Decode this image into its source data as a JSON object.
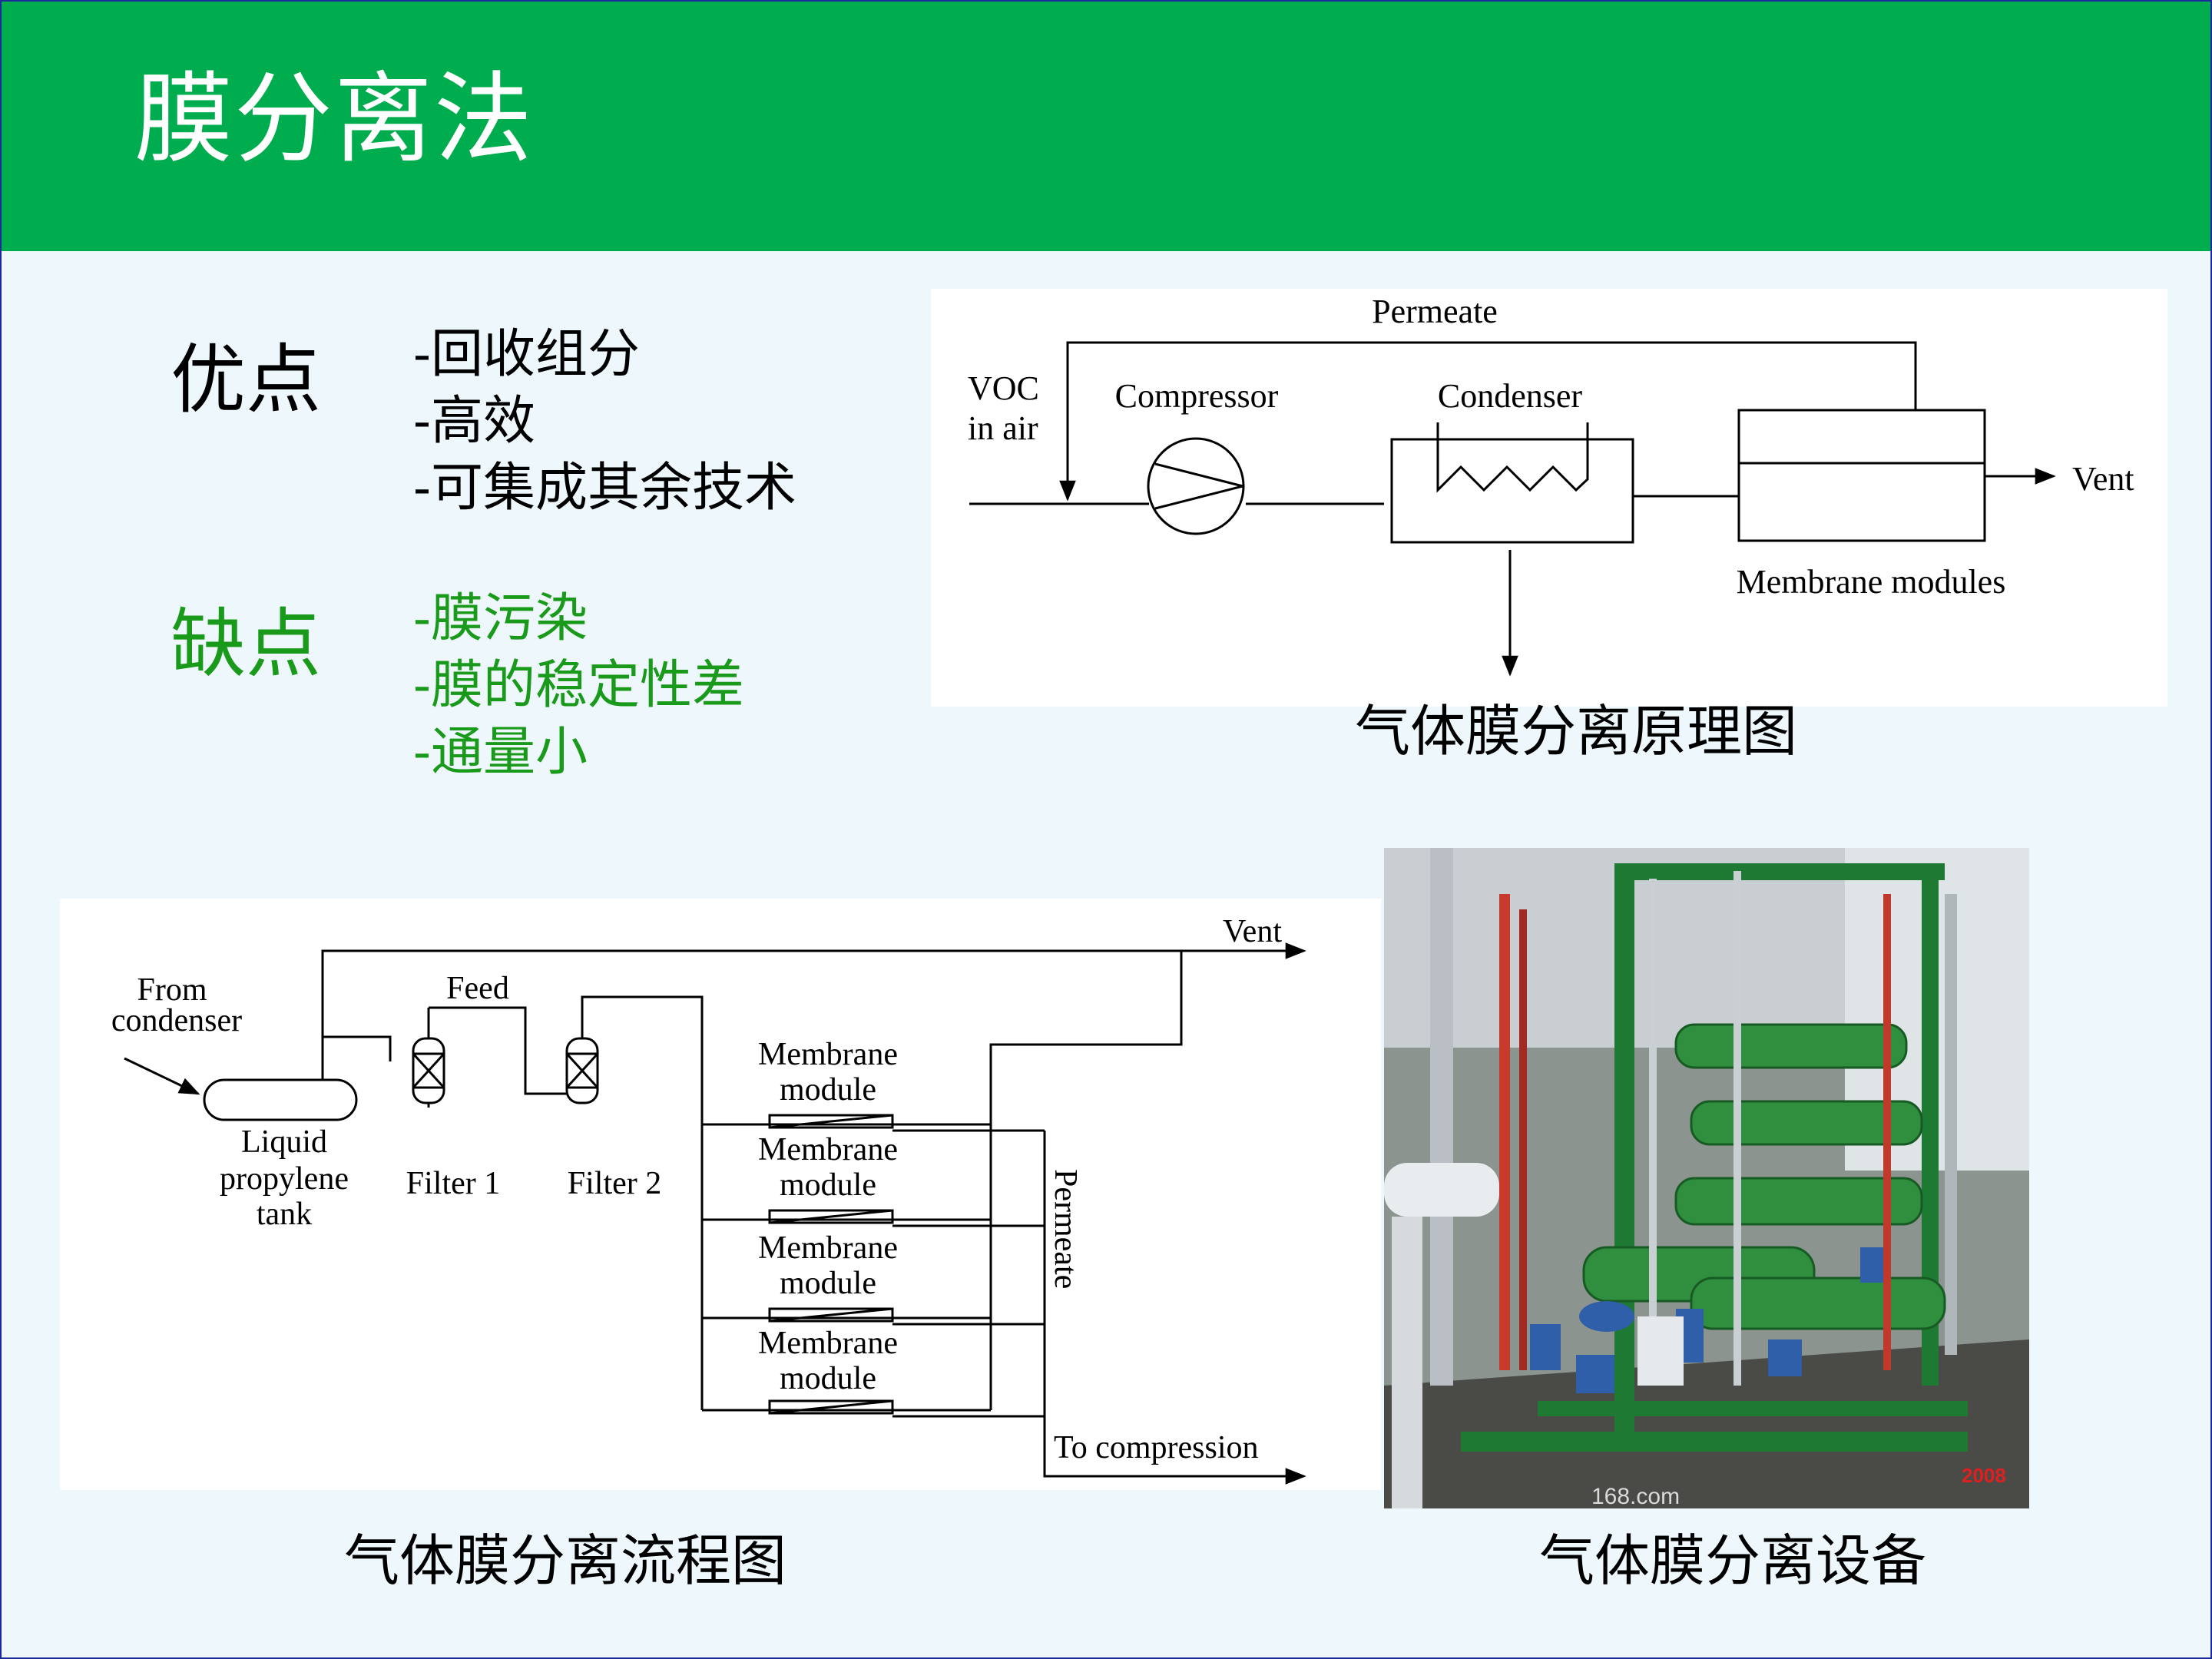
{
  "slide": {
    "title": "膜分离法",
    "advantages": {
      "heading": "优点",
      "items": [
        "-回收组分",
        "-高效",
        "-可集成其余技术"
      ]
    },
    "disadvantages": {
      "heading": "缺点",
      "items": [
        "-膜污染",
        "-膜的稳定性差",
        "-通量小"
      ]
    },
    "colors": {
      "title_bar": "#00ad4e",
      "title_text": "#ffffff",
      "disadvantage_text": "#1a9a1a",
      "background": "#eef7fb"
    }
  },
  "principle_diagram": {
    "labels": {
      "permeate": "Permeate",
      "voc_line1": "VOC",
      "voc_line2": "in air",
      "compressor": "Compressor",
      "condenser": "Condenser",
      "vent": "Vent",
      "membrane_modules": "Membrane modules"
    },
    "caption": "气体膜分离原理图"
  },
  "flow_diagram": {
    "labels": {
      "from_line1": "From",
      "from_line2": "condenser",
      "feed": "Feed",
      "vent": "Vent",
      "tank_line1": "Liquid",
      "tank_line2": "propylene",
      "tank_line3": "tank",
      "filter1": "Filter 1",
      "filter2": "Filter 2",
      "module_line1": "Membrane",
      "module_line2": "module",
      "permeate": "Permeate",
      "to_compression": "To compression"
    },
    "caption": "气体膜分离流程图"
  },
  "equipment_photo": {
    "caption": "气体膜分离设备",
    "watermark": "168.com",
    "stamp": "2008"
  }
}
